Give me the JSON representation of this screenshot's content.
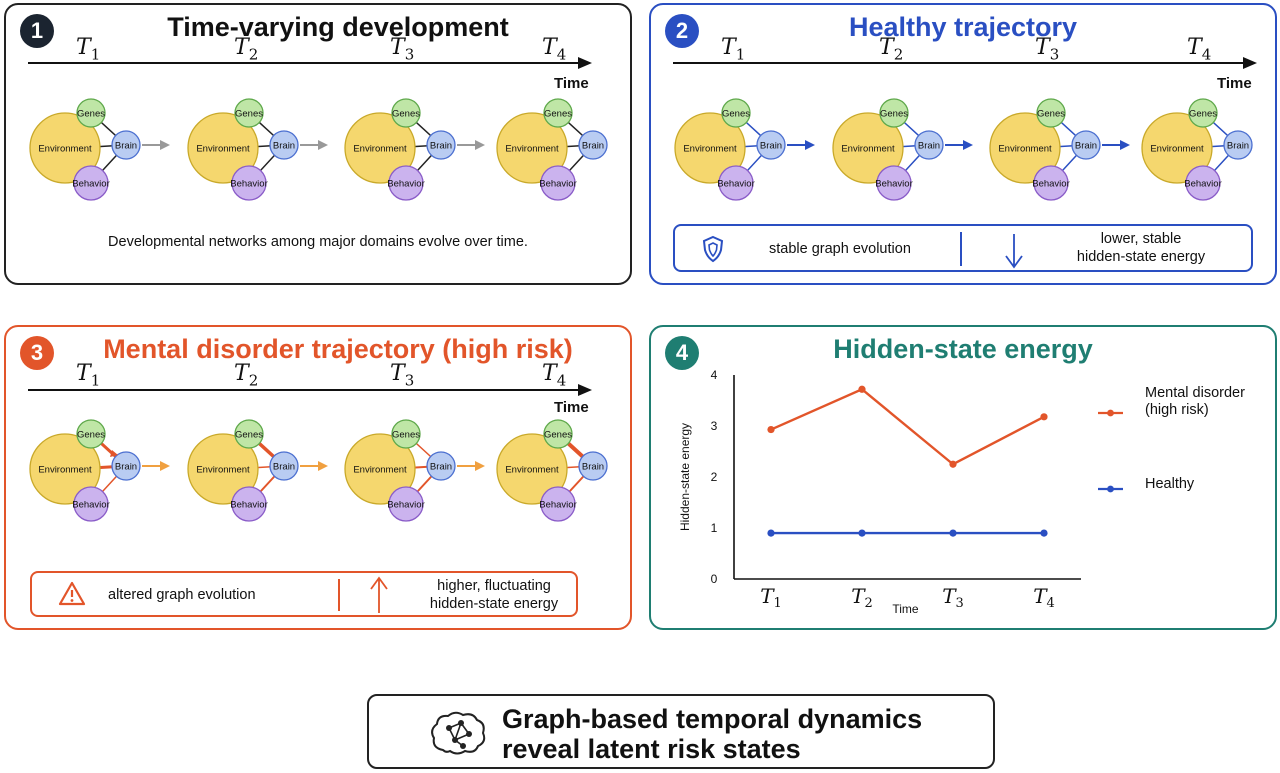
{
  "network": {
    "nodes": {
      "env": "Environment",
      "genes": "Genes",
      "brain": "Brain",
      "behavior": "Behavior"
    },
    "time_labels": [
      {
        "sym": "T",
        "sub": "1"
      },
      {
        "sym": "T",
        "sub": "2"
      },
      {
        "sym": "T",
        "sub": "3"
      },
      {
        "sym": "T",
        "sub": "4"
      }
    ],
    "time_word": "Time"
  },
  "panel1": {
    "number": "1",
    "title": "Time-varying development",
    "description": "Developmental networks among major domains evolve over time."
  },
  "panel2": {
    "number": "2",
    "title": "Healthy trajectory",
    "summary_left": "stable graph evolution",
    "summary_right_line1": "lower, stable",
    "summary_right_line2": "hidden-state energy",
    "icons": [
      "shield-icon",
      "down-arrow-icon"
    ]
  },
  "panel3": {
    "number": "3",
    "title": "Mental disorder trajectory (high risk)",
    "summary_left": "altered graph evolution",
    "summary_right_line1": "higher, fluctuating",
    "summary_right_line2": "hidden-state energy",
    "icons": [
      "warning-icon",
      "up-arrow-icon"
    ]
  },
  "panel4": {
    "number": "4",
    "title": "Hidden-state energy"
  },
  "chart_data": {
    "type": "line",
    "categories": [
      "T1",
      "T2",
      "T3",
      "T4"
    ],
    "xlabel": "Time",
    "ylabel": "Hidden-state energy",
    "ylim": [
      0,
      4
    ],
    "yticks": [
      0,
      1,
      2,
      3,
      4
    ],
    "legend_position": "right",
    "series": [
      {
        "name": "Mental disorder\n(high risk)",
        "values": [
          2.93,
          3.72,
          2.25,
          3.18
        ],
        "color": "#e2552a"
      },
      {
        "name": "Healthy",
        "values": [
          0.9,
          0.9,
          0.9,
          0.9
        ],
        "color": "#2a4fc2"
      }
    ]
  },
  "footer": {
    "line1": "Graph-based temporal dynamics",
    "line2": "reveal latent risk states",
    "icon": "network-brain-icon"
  },
  "colors": {
    "panel1": "#222222",
    "panel2": "#2a4fc2",
    "panel3": "#e2552a",
    "panel4": "#1f7e72",
    "environment": "#f5d76e",
    "genes": "#bfe6a6",
    "brain": "#b9ccf2",
    "behavior": "#cbb3ee",
    "inter_arrow_neutral": "#999999",
    "inter_arrow_risk": "#f0a040"
  }
}
